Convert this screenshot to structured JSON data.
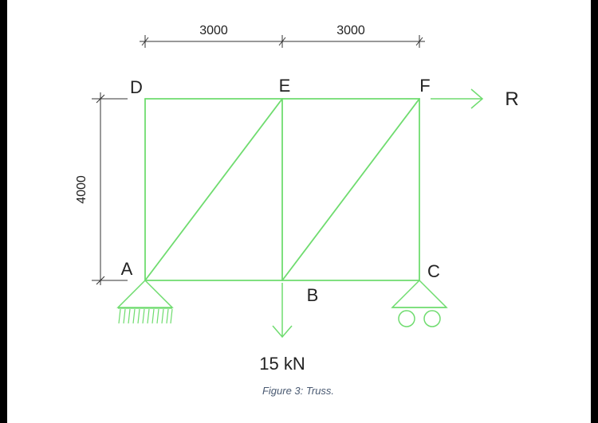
{
  "colors": {
    "member": "#6fdc6f",
    "support": "#6fdc6f",
    "dimension": "#333333",
    "text": "#222222",
    "caption": "#4a5a72"
  },
  "dimensions": {
    "span_1": "3000",
    "span_2": "3000",
    "height": "4000"
  },
  "nodes": {
    "A": "A",
    "B": "B",
    "C": "C",
    "D": "D",
    "E": "E",
    "F": "F"
  },
  "loads": {
    "vertical_load": "15 kN",
    "reaction_label": "R"
  },
  "caption": "Figure 3: Truss."
}
